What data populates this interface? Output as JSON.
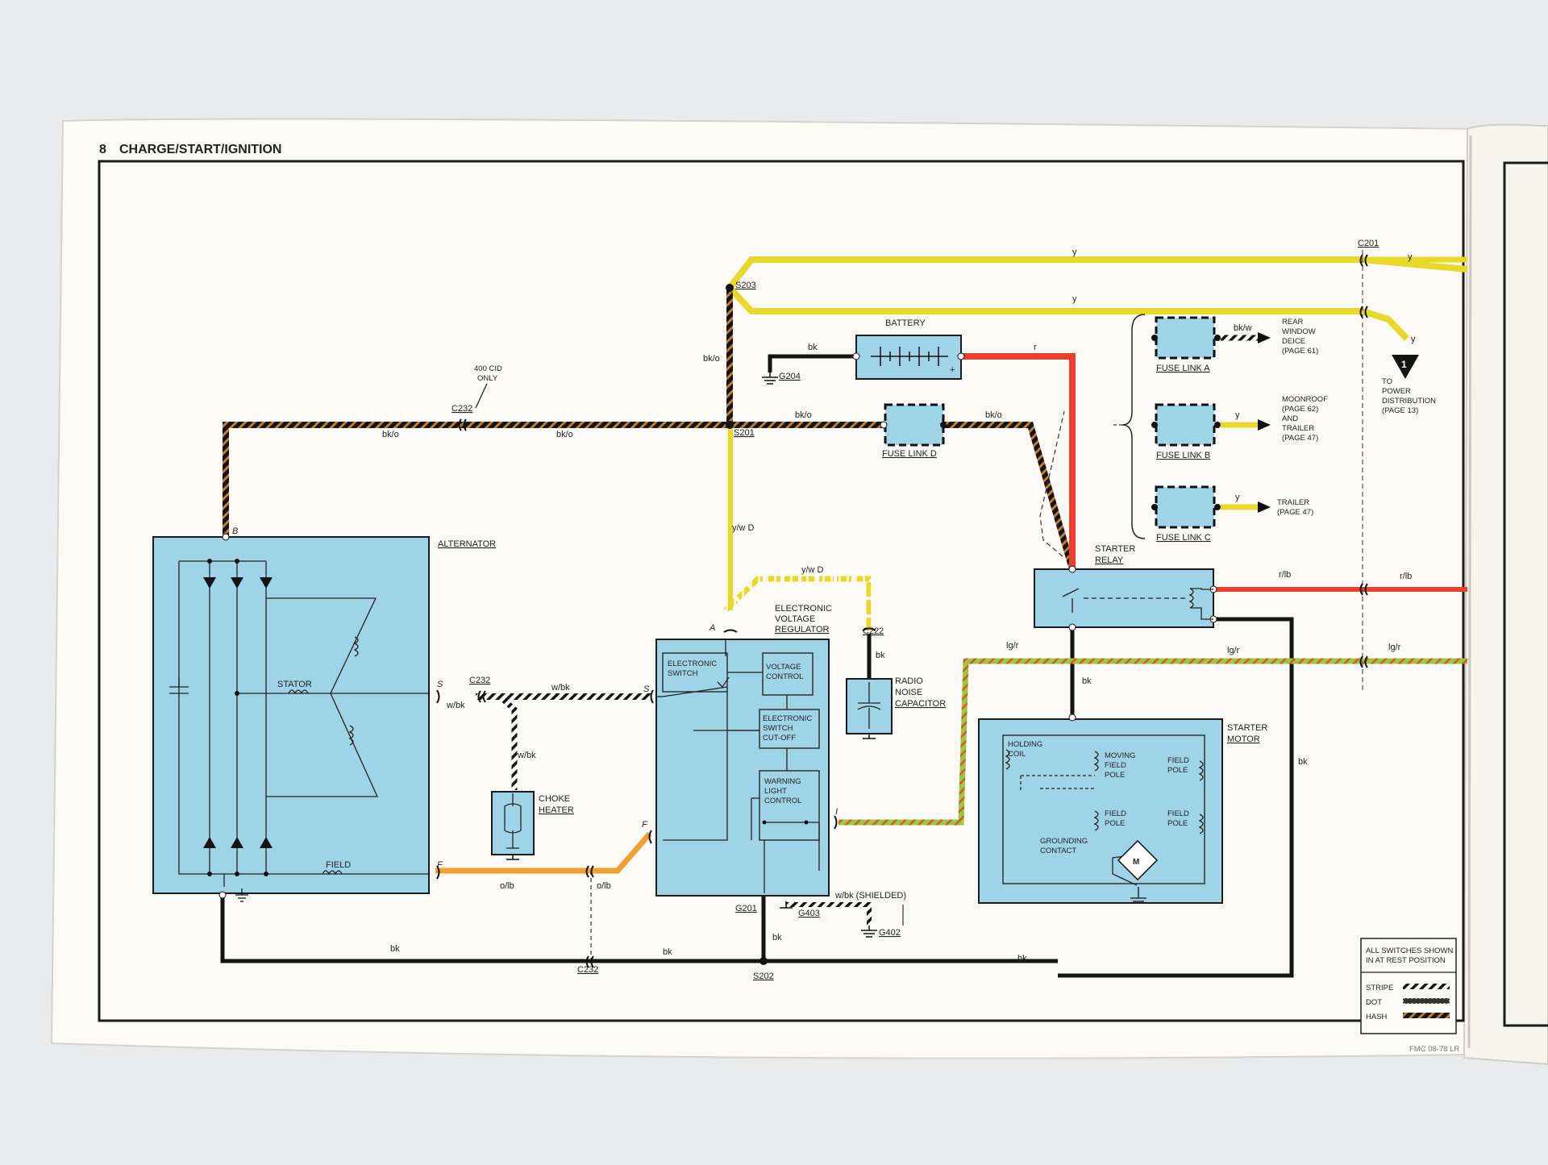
{
  "page": {
    "page_number": "8",
    "section_title": "CHARGE/START/IGNITION"
  },
  "components": {
    "alternator": "ALTERNATOR",
    "stator": "STATOR",
    "field": "FIELD",
    "battery": "BATTERY",
    "fuse_link_a": "FUSE LINK A",
    "fuse_link_b": "FUSE LINK B",
    "fuse_link_c": "FUSE LINK C",
    "fuse_link_d": "FUSE LINK D",
    "starter_relay": [
      "STARTER",
      "RELAY"
    ],
    "starter_motor": [
      "STARTER",
      "MOTOR"
    ],
    "holding_coil": [
      "HOLDING",
      "COIL"
    ],
    "moving_field_pole": [
      "MOVING",
      "FIELD",
      "POLE"
    ],
    "field_pole": [
      "FIELD",
      "POLE"
    ],
    "grounding_contact": [
      "GROUNDING",
      "CONTACT"
    ],
    "evr": [
      "ELECTRONIC",
      "VOLTAGE",
      "REGULATOR"
    ],
    "electronic_switch": [
      "ELECTRONIC",
      "SWITCH"
    ],
    "voltage_control": [
      "VOLTAGE",
      "CONTROL"
    ],
    "switch_cutoff": [
      "ELECTRONIC",
      "SWITCH",
      "CUT-OFF"
    ],
    "warning_light": [
      "WARNING",
      "LIGHT",
      "CONTROL"
    ],
    "choke_heater": [
      "CHOKE",
      "HEATER"
    ],
    "radio_capacitor": [
      "RADIO",
      "NOISE",
      "CAPACITOR"
    ]
  },
  "connectors": {
    "c232": "C232",
    "c222": "C222",
    "c201": "C201",
    "s201": "S201",
    "s202": "S202",
    "s203": "S203",
    "g201": "G201",
    "g204": "G204",
    "g402": "G402",
    "g403": "G403"
  },
  "terminals": {
    "b": "B",
    "s": "S",
    "f": "F",
    "a": "A",
    "i": "I"
  },
  "wire_labels": {
    "y": "y",
    "bk": "bk",
    "bk_o": "bk/o",
    "bk_w": "bk/w",
    "r": "r",
    "r_lb": "r/lb",
    "lg_r": "lg/r",
    "w_bk": "w/bk",
    "y_w_d": "y/w D",
    "o_lb": "o/lb",
    "w_bk_shielded": "w/bk (SHIELDED)"
  },
  "notes": {
    "cid": [
      "400 CID",
      "ONLY"
    ],
    "rear_window": [
      "REAR",
      "WINDOW",
      "DEICE",
      "(PAGE 61)"
    ],
    "moonroof": [
      "MOONROOF",
      "(PAGE 62)",
      "AND",
      "TRAILER",
      "(PAGE 47)"
    ],
    "trailer": [
      "TRAILER",
      "(PAGE 47)"
    ],
    "power_distribution": [
      "TO",
      "POWER",
      "DISTRIBUTION",
      "(PAGE 13)"
    ],
    "off_page_number": "1",
    "switch_note": [
      "ALL SWITCHES SHOWN",
      "IN AT REST POSITION"
    ],
    "legend": [
      "STRIPE",
      "DOT",
      "HASH"
    ],
    "footer_code": "FMC 08-78 LR"
  },
  "colors": {
    "yellow": "#e8d82a",
    "black": "#141414",
    "orange_brown": "#5a3414",
    "red": "#e8402a",
    "orange": "#f0a030",
    "light_green": "#9cc83c",
    "component_blue": "#9fd3e8"
  }
}
